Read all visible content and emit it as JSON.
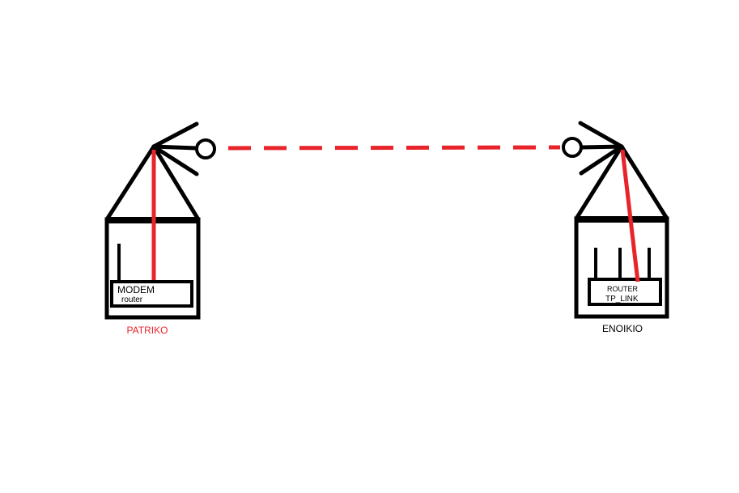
{
  "left_site": {
    "device_label_1": "MODEM",
    "device_label_2": "router",
    "caption": "PATRIKO"
  },
  "right_site": {
    "device_label_1": "ROUTER",
    "device_label_2": "TP_LINK",
    "caption": "ENOIKIO"
  },
  "colors": {
    "outline": "#000000",
    "link": "#e8242b",
    "left_caption": "#e8242b",
    "right_caption": "#000000"
  }
}
